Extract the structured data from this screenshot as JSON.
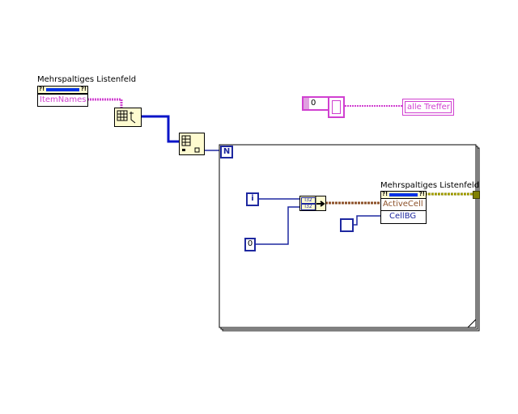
{
  "diagram": {
    "listbox_ref_label": "Mehrspaltiges Listenfeld",
    "listbox_ref_property": "ItemNames",
    "property_node_label": "Mehrspaltiges Listenfeld",
    "property_node_props": [
      "ActiveCell",
      "CellBG"
    ],
    "loop_count_terminal": "N",
    "loop_iteration_terminal": "i",
    "constant_zero": "0",
    "numeric_control_value": "0",
    "indicator_label": "alle Treffer",
    "bundle_inputs": [
      "I32",
      "I32"
    ]
  },
  "colors": {
    "string_wire": "#d040d0",
    "int_wire": "#1e28a0",
    "array_wire": "#0a14c8",
    "cluster_wire": "#8c5028",
    "refnum_wire": "#808000",
    "loop_border": "#000000"
  }
}
